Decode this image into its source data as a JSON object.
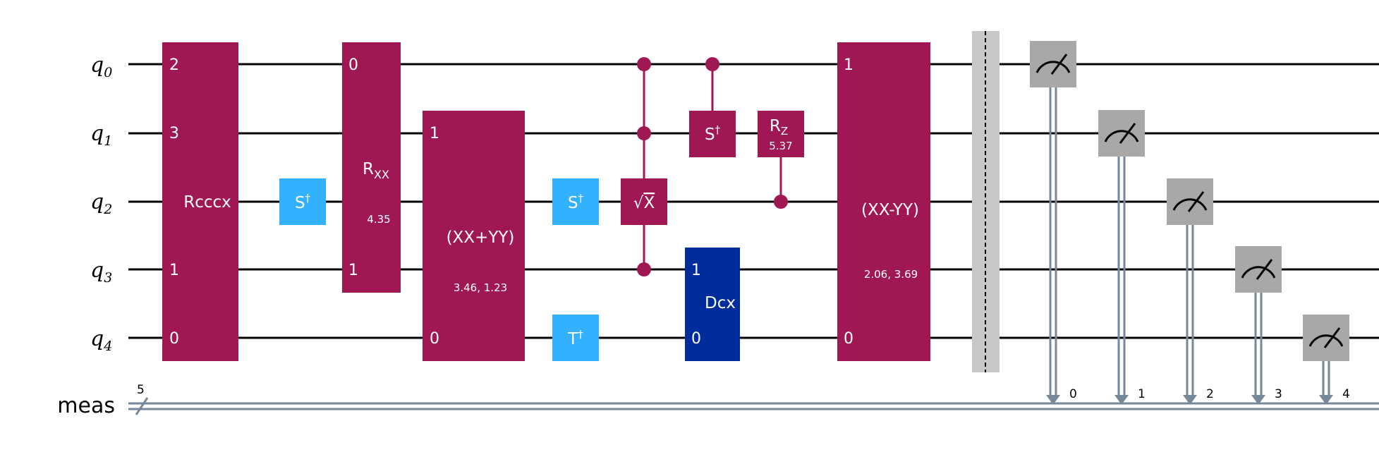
{
  "colors": {
    "multi_gate": "#a01853",
    "single_gate": "#33b1ff",
    "dcx_gate": "#002d9c",
    "measure": "#a8a8a8",
    "classical": "#778899",
    "barrier": "#c8c8c8",
    "wire": "#000000",
    "text_on_gate": "#ffffff"
  },
  "wires": {
    "qubits": [
      {
        "label": "q",
        "sub": "0"
      },
      {
        "label": "q",
        "sub": "1"
      },
      {
        "label": "q",
        "sub": "2"
      },
      {
        "label": "q",
        "sub": "3"
      },
      {
        "label": "q",
        "sub": "4"
      }
    ],
    "classical": {
      "label": "meas",
      "width": "5"
    }
  },
  "gates": {
    "rcccx": {
      "label": "Rcccx",
      "pins": [
        "2",
        "3",
        "1",
        "0"
      ]
    },
    "sdg1": {
      "label": "S",
      "sup": "†"
    },
    "rxx": {
      "label": "R",
      "sub": "XX",
      "param": "4.35",
      "pins": [
        "0",
        "1"
      ]
    },
    "xxplusyy": {
      "label": "(XX+YY)",
      "param": "3.46, 1.23",
      "pins": [
        "1",
        "0"
      ]
    },
    "sdg2": {
      "label": "S",
      "sup": "†"
    },
    "tdg": {
      "label": "T",
      "sup": "†"
    },
    "sx": {
      "label": "X",
      "radical": "√"
    },
    "sdg3": {
      "label": "S",
      "sup": "†"
    },
    "rz": {
      "label": "R",
      "sub": "Z",
      "param": "5.37"
    },
    "dcx": {
      "label": "Dcx",
      "pins": [
        "1",
        "0"
      ]
    },
    "xxminusyy": {
      "label": "(XX-YY)",
      "param": "2.06, 3.69",
      "pins": [
        "1",
        "0"
      ]
    }
  },
  "measurements": {
    "clbits": [
      "0",
      "1",
      "2",
      "3",
      "4"
    ]
  }
}
